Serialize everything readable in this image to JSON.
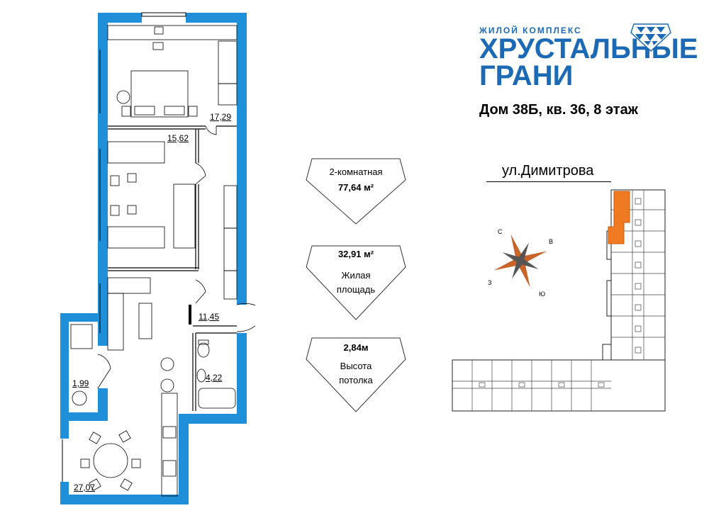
{
  "logo": {
    "subtitle": "ЖИЛОЙ КОМПЛЕКС",
    "title_line1": "ХРУСТАЛЬНЫЕ",
    "title_line2": "ГРАНИ",
    "brand_color": "#1c6ab5"
  },
  "house_info": "Дом 38Б, кв. 36, 8 этаж",
  "street": "ул.Димитрова",
  "rooms": {
    "bedroom": "17,29",
    "kids_room": "15,62",
    "hallway": "11,45",
    "bathroom": "4,22",
    "balcony": "1,99",
    "kitchen_living": "27,07"
  },
  "specs": {
    "rooms_type": "2-комнатная",
    "total_area": "77,64 м²",
    "living_area_value": "32,91 м²",
    "living_area_label_1": "Жилая",
    "living_area_label_2": "площадь",
    "ceiling_value": "2,84м",
    "ceiling_label_1": "Высота",
    "ceiling_label_2": "потолка"
  },
  "compass": {
    "n": "С",
    "e": "В",
    "s": "Ю",
    "w": "З"
  },
  "colors": {
    "wall": "#1e8fd8",
    "highlight": "#f07a22",
    "compass": "#c8642a"
  }
}
